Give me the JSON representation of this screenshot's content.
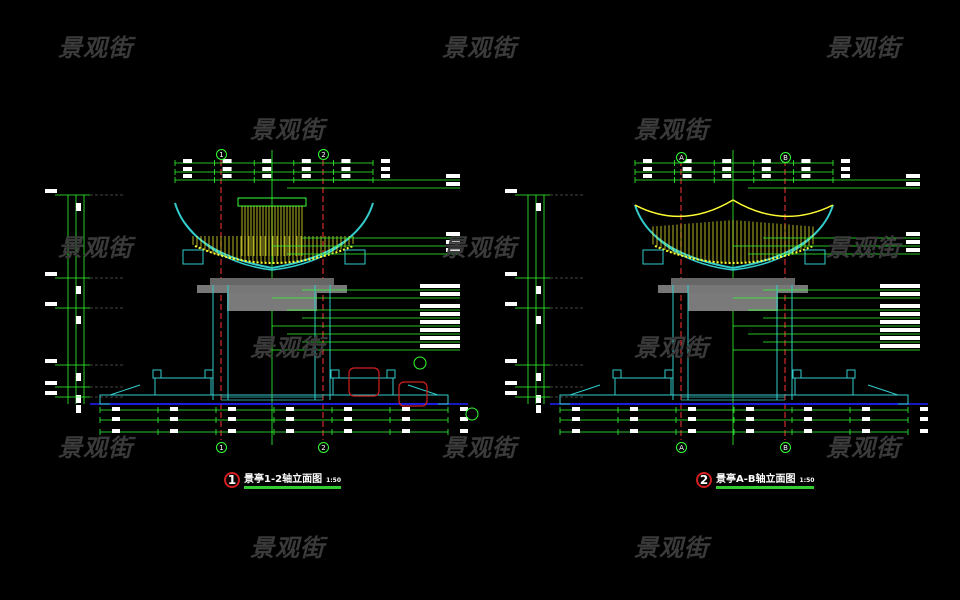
{
  "watermark": "景观街",
  "colors": {
    "background": "#000000",
    "dimension": "#33ff33",
    "outline": "#33cccc",
    "roof_tiles": "#ffff33",
    "axis_line": "#ff3333",
    "ground": "#2020ff",
    "hatch": "#888888",
    "watermark": "#3a3a3a"
  },
  "drawings": [
    {
      "number": "1",
      "title": "景亭1-2轴立面图",
      "scale": "1:50",
      "axes": [
        "1",
        "2"
      ]
    },
    {
      "number": "2",
      "title": "景亭A-B轴立面图",
      "scale": "1:50",
      "axes": [
        "A",
        "B"
      ]
    }
  ]
}
